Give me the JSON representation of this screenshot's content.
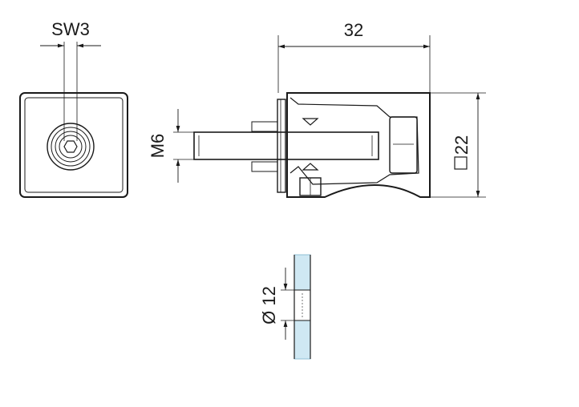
{
  "dimensions": {
    "wrench_size": "SW3",
    "body_length": "32",
    "thread": "M6",
    "body_square": "22",
    "hole_diameter": "Ø 12"
  },
  "colors": {
    "line": "#1a1a1a",
    "glass": "#cfe8f3",
    "glass_edge": "#8fbfd6",
    "background": "#ffffff"
  }
}
